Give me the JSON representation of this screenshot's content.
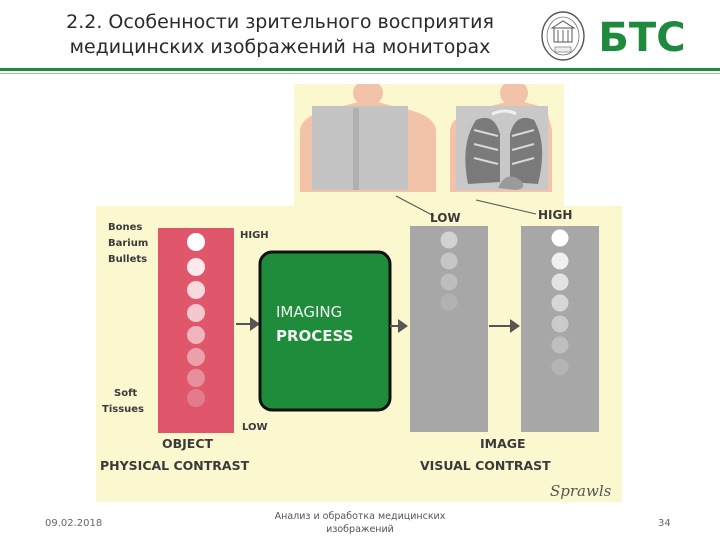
{
  "slide": {
    "title_line1": "2.2. Особенности зрительного восприятия",
    "title_line2": "медицинских изображений на мониторах",
    "logo_brand": "БТС",
    "date": "09.02.2018",
    "footer_line1": "Анализ и обработка медицинских",
    "footer_line2": "изображений",
    "page_number": "34"
  },
  "figure": {
    "object_labels": {
      "top_line1": "Bones",
      "top_line2": "Barium",
      "top_line3": "Bullets",
      "bottom_line1": "Soft",
      "bottom_line2": "Tissues",
      "high": "HIGH",
      "low": "LOW",
      "caption_line1": "OBJECT",
      "caption_line2": "PHYSICAL CONTRAST"
    },
    "process": {
      "line1": "IMAGING",
      "line2": "PROCESS"
    },
    "image_labels": {
      "low": "LOW",
      "high": "HIGH",
      "caption_line1": "IMAGE",
      "caption_line2": "VISUAL CONTRAST"
    },
    "signature": "Sprawls",
    "colors": {
      "background": "#fbf7cf",
      "object_bar": "#e0566b",
      "process_box": "#1e8c3a",
      "image_bar": "#a7a7a7"
    }
  }
}
